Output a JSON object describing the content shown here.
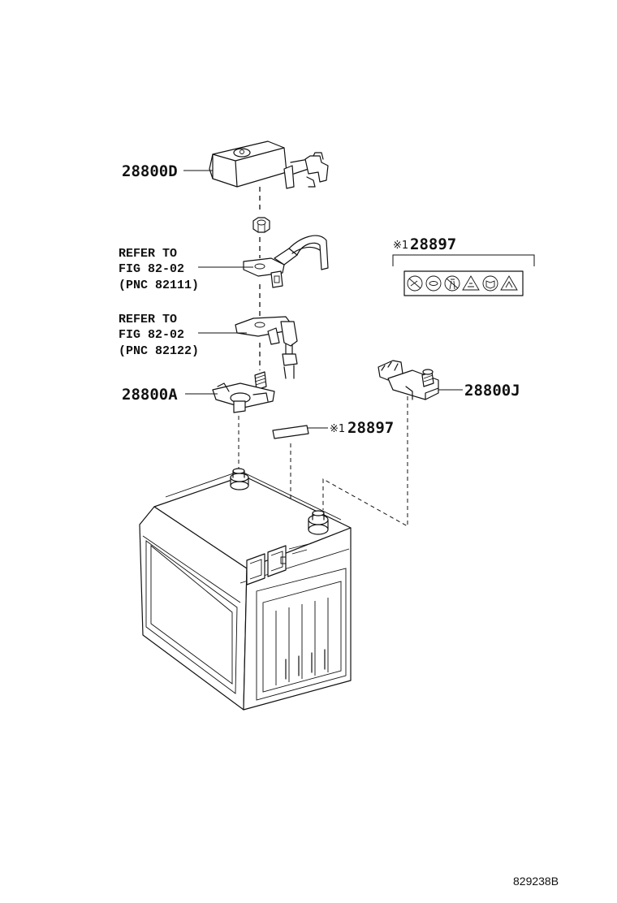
{
  "parts": {
    "cover": "28800D",
    "negative_terminal": "28800A",
    "positive_terminal": "28800J"
  },
  "refer1": {
    "line1": "REFER TO",
    "line2": "FIG 82-02",
    "line3": "(PNC 82111)"
  },
  "refer2": {
    "line1": "REFER TO",
    "line2": "FIG 82-02",
    "line3": "(PNC 82122)"
  },
  "caution_label": {
    "mark": "※1",
    "part_number": "28897",
    "icons": [
      "no-smoking-icon",
      "eye-protection-icon",
      "keep-children-away-icon",
      "acid-warning-icon",
      "read-manual-icon",
      "explosion-warning-icon"
    ]
  },
  "label_sheet": {
    "mark": "※1",
    "part_number": "28897"
  },
  "figure_code": "829238B"
}
